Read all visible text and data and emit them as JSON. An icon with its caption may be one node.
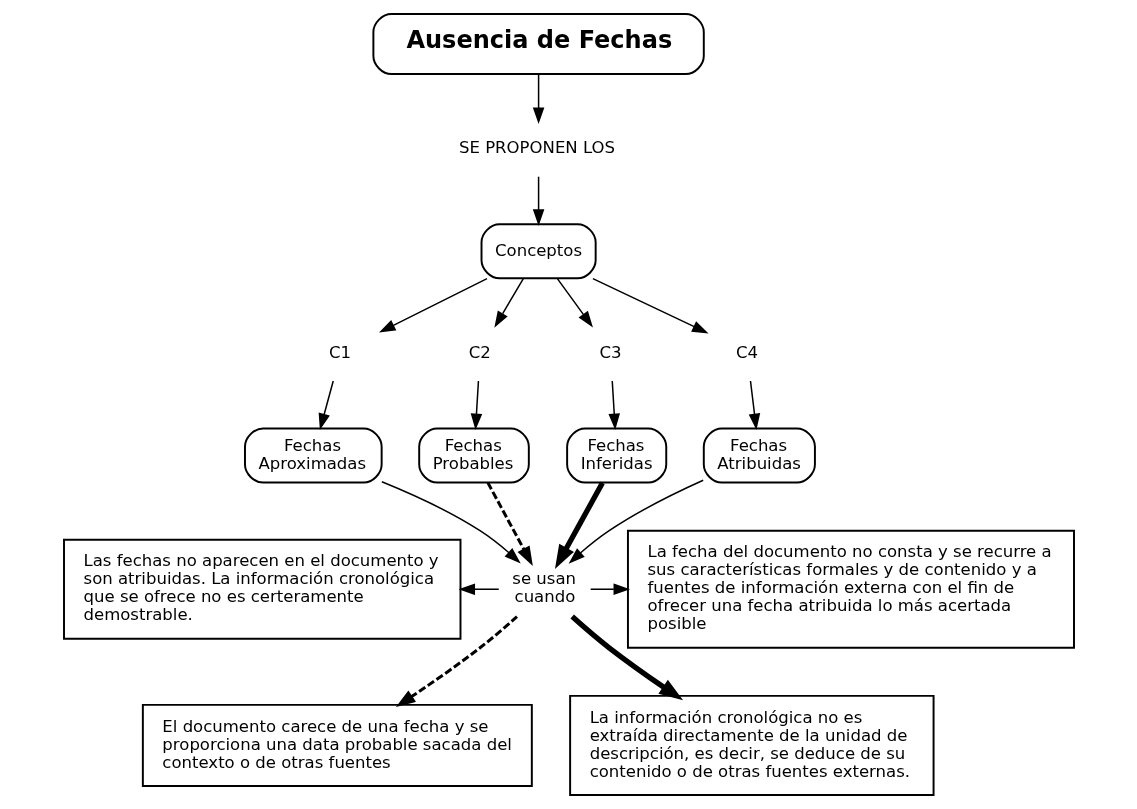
{
  "diagram": {
    "nodes": [
      {
        "text": [
          "Ausencia de Fechas"
        ]
      },
      {
        "text": [
          "SE PROPONEN LOS"
        ]
      },
      {
        "text": [
          "Conceptos"
        ]
      },
      {
        "text": [
          "C1"
        ]
      },
      {
        "text": [
          "C2"
        ]
      },
      {
        "text": [
          "C3"
        ]
      },
      {
        "text": [
          "C4"
        ]
      },
      {
        "text": [
          "Fechas Aproximadas"
        ]
      },
      {
        "text": [
          "Fechas Probables"
        ]
      },
      {
        "text": [
          "Fechas Inferidas"
        ]
      },
      {
        "text": [
          "Fechas Atribuidas"
        ]
      },
      {
        "text": [
          "Las fechas no aparecen en el documento y son atribuidas. La información cronológica que se ofrece no es certeramente demostrable."
        ]
      },
      {
        "text": [
          "se usan cuando"
        ]
      },
      {
        "text": [
          "La fecha del documento no consta y se recurre a sus características formales y de contenido y a fuentes de información externa con el fin de ofrecer una fecha atribuida lo más acertada posible"
        ]
      },
      {
        "text": [
          "El documento carece de una fecha y se proporciona una data probable sacada del contexto o de otras fuentes"
        ]
      },
      {
        "text": [
          "La información cronológica no es extraída directamente de la unidad de descripción, es decir, se deduce de su contenido o de otras fuentes externas."
        ]
      }
    ],
    "edges": [
      {
        "from": 0,
        "to": 1,
        "arrow": "to"
      },
      {
        "from": 1,
        "to": 2,
        "arrow": "to"
      },
      {
        "from": 2,
        "to": 3,
        "arrow": "to"
      },
      {
        "from": 2,
        "to": 4,
        "arrow": "to"
      },
      {
        "from": 2,
        "to": 5,
        "arrow": "to"
      },
      {
        "from": 2,
        "to": 6,
        "arrow": "to"
      },
      {
        "from": 3,
        "to": 7,
        "arrow": "to"
      },
      {
        "from": 4,
        "to": 8,
        "arrow": "to"
      },
      {
        "from": 5,
        "to": 9,
        "arrow": "to"
      },
      {
        "from": 6,
        "to": 10,
        "arrow": "to"
      },
      {
        "from": 7,
        "to": 12,
        "arrow": "to"
      },
      {
        "from": 8,
        "to": 12,
        "arrow": "to",
        "style": "dashed"
      },
      {
        "from": 9,
        "to": 12,
        "arrow": "to",
        "style": "thick"
      },
      {
        "from": 10,
        "to": 12,
        "arrow": "to"
      },
      {
        "from": 12,
        "to": 11,
        "arrow": "to"
      },
      {
        "from": 12,
        "to": 13,
        "arrow": "to"
      },
      {
        "from": 12,
        "to": 14,
        "arrow": "to",
        "style": "dashed"
      },
      {
        "from": 12,
        "to": 15,
        "arrow": "to",
        "style": "thick"
      }
    ]
  }
}
